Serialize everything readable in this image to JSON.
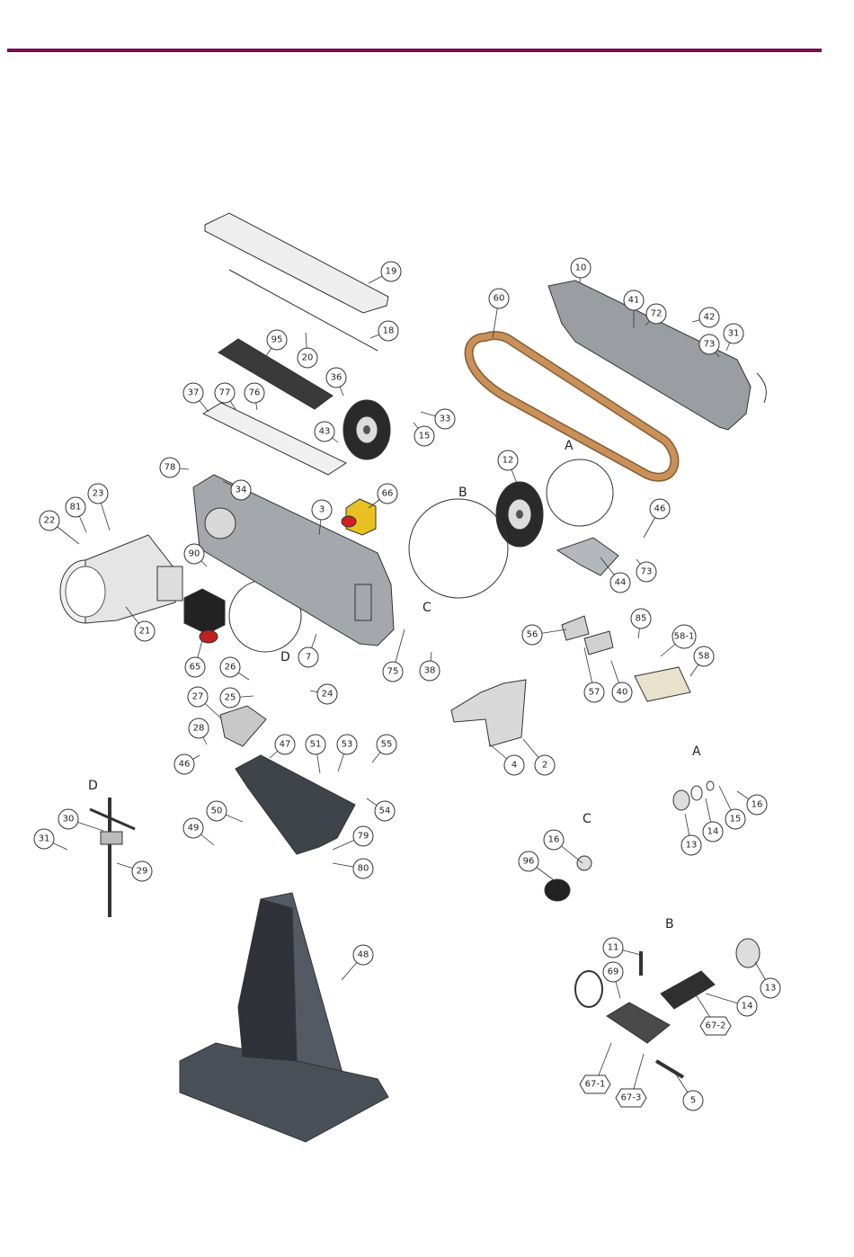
{
  "colors": {
    "header_rule": "#7a0e4f",
    "belt": "#c8915a",
    "machine_grey": "#9a9ea3",
    "stand_dark": "#4a5058",
    "motor_light": "#e8e8e8",
    "switch_yellow": "#e8c021",
    "switch_red": "#d02020",
    "pad_light": "#e8e2cc",
    "outline": "#333333"
  },
  "section_letters": [
    "A",
    "B",
    "C",
    "D",
    "A",
    "B",
    "C",
    "D"
  ],
  "callouts": [
    {
      "label": "19",
      "shape": "circle"
    },
    {
      "label": "18",
      "shape": "circle"
    },
    {
      "label": "20",
      "shape": "circle"
    },
    {
      "label": "95",
      "shape": "circle"
    },
    {
      "label": "36",
      "shape": "circle"
    },
    {
      "label": "33",
      "shape": "circle"
    },
    {
      "label": "15",
      "shape": "circle"
    },
    {
      "label": "43",
      "shape": "circle"
    },
    {
      "label": "37",
      "shape": "circle"
    },
    {
      "label": "77",
      "shape": "circle"
    },
    {
      "label": "76",
      "shape": "circle"
    },
    {
      "label": "78",
      "shape": "circle"
    },
    {
      "label": "34",
      "shape": "circle"
    },
    {
      "label": "60",
      "shape": "circle"
    },
    {
      "label": "10",
      "shape": "circle"
    },
    {
      "label": "41",
      "shape": "circle"
    },
    {
      "label": "72",
      "shape": "circle"
    },
    {
      "label": "42",
      "shape": "circle"
    },
    {
      "label": "73",
      "shape": "circle"
    },
    {
      "label": "31",
      "shape": "circle"
    },
    {
      "label": "12",
      "shape": "circle"
    },
    {
      "label": "66",
      "shape": "circle"
    },
    {
      "label": "3",
      "shape": "circle"
    },
    {
      "label": "23",
      "shape": "circle"
    },
    {
      "label": "81",
      "shape": "circle"
    },
    {
      "label": "22",
      "shape": "circle"
    },
    {
      "label": "90",
      "shape": "circle"
    },
    {
      "label": "21",
      "shape": "circle"
    },
    {
      "label": "65",
      "shape": "circle"
    },
    {
      "label": "46",
      "shape": "circle"
    },
    {
      "label": "73",
      "shape": "circle"
    },
    {
      "label": "44",
      "shape": "circle"
    },
    {
      "label": "7",
      "shape": "circle"
    },
    {
      "label": "75",
      "shape": "circle"
    },
    {
      "label": "38",
      "shape": "circle"
    },
    {
      "label": "56",
      "shape": "circle"
    },
    {
      "label": "85",
      "shape": "circle"
    },
    {
      "label": "58-1",
      "shape": "circle"
    },
    {
      "label": "58",
      "shape": "circle"
    },
    {
      "label": "57",
      "shape": "circle"
    },
    {
      "label": "40",
      "shape": "circle"
    },
    {
      "label": "26",
      "shape": "circle"
    },
    {
      "label": "25",
      "shape": "circle"
    },
    {
      "label": "24",
      "shape": "circle"
    },
    {
      "label": "27",
      "shape": "circle"
    },
    {
      "label": "28",
      "shape": "circle"
    },
    {
      "label": "46",
      "shape": "circle"
    },
    {
      "label": "47",
      "shape": "circle"
    },
    {
      "label": "51",
      "shape": "circle"
    },
    {
      "label": "53",
      "shape": "circle"
    },
    {
      "label": "55",
      "shape": "circle"
    },
    {
      "label": "54",
      "shape": "circle"
    },
    {
      "label": "50",
      "shape": "circle"
    },
    {
      "label": "49",
      "shape": "circle"
    },
    {
      "label": "79",
      "shape": "circle"
    },
    {
      "label": "80",
      "shape": "circle"
    },
    {
      "label": "4",
      "shape": "circle"
    },
    {
      "label": "2",
      "shape": "circle"
    },
    {
      "label": "16",
      "shape": "circle"
    },
    {
      "label": "15",
      "shape": "circle"
    },
    {
      "label": "14",
      "shape": "circle"
    },
    {
      "label": "13",
      "shape": "circle"
    },
    {
      "label": "30",
      "shape": "circle"
    },
    {
      "label": "31",
      "shape": "circle"
    },
    {
      "label": "29",
      "shape": "circle"
    },
    {
      "label": "16",
      "shape": "circle"
    },
    {
      "label": "96",
      "shape": "circle"
    },
    {
      "label": "48",
      "shape": "circle"
    },
    {
      "label": "11",
      "shape": "circle"
    },
    {
      "label": "69",
      "shape": "circle"
    },
    {
      "label": "14",
      "shape": "circle"
    },
    {
      "label": "13",
      "shape": "circle"
    },
    {
      "label": "67-2",
      "shape": "hexagon"
    },
    {
      "label": "67-1",
      "shape": "hexagon"
    },
    {
      "label": "67-3",
      "shape": "hexagon"
    },
    {
      "label": "5",
      "shape": "circle"
    }
  ]
}
